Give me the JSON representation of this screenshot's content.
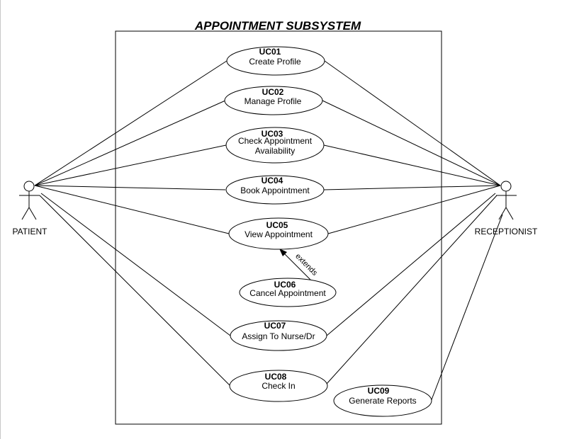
{
  "diagram": {
    "title": "APPOINTMENT SUBSYSTEM",
    "actors": {
      "patient": "PATIENT",
      "receptionist": "RECEPTIONIST"
    },
    "use_cases": [
      {
        "id": "UC01",
        "name": [
          "Create Profile"
        ]
      },
      {
        "id": "UC02",
        "name": [
          "Manage Profile"
        ]
      },
      {
        "id": "UC03",
        "name": [
          "Check Appointment",
          "Availability"
        ]
      },
      {
        "id": "UC04",
        "name": [
          "Book Appointment"
        ]
      },
      {
        "id": "UC05",
        "name": [
          "View Appointment"
        ]
      },
      {
        "id": "UC06",
        "name": [
          "Cancel Appointment"
        ]
      },
      {
        "id": "UC07",
        "name": [
          "Assign To Nurse/Dr"
        ]
      },
      {
        "id": "UC08",
        "name": [
          "Check In"
        ]
      },
      {
        "id": "UC09",
        "name": [
          "Generate Reports"
        ]
      }
    ],
    "extend_label": "extends"
  }
}
